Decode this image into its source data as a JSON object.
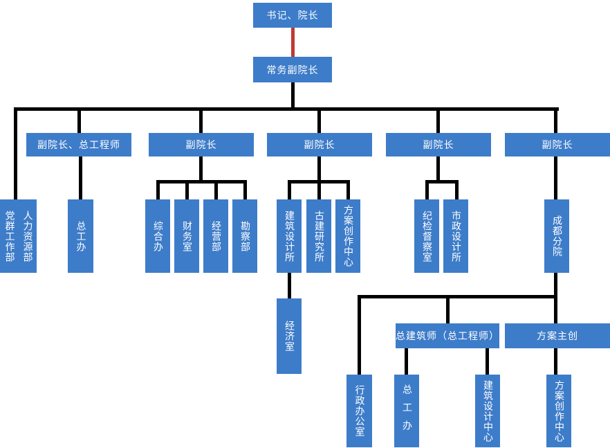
{
  "org_chart": {
    "type": "org-tree-diagram",
    "styles": {
      "node_fill_color": "#3d7cc9",
      "node_text_color": "#ffffff",
      "connector_color": "#000000",
      "top_connector_color": "#bf3b31",
      "background_color": "#ffffff"
    },
    "nodes": {
      "president": {
        "label": "书记、院长"
      },
      "exec_vice_president": {
        "label": "常务副院长"
      },
      "vp_chief_engineer": {
        "label": "副院长、总工程师"
      },
      "vp1": {
        "label": "副院长"
      },
      "vp2": {
        "label": "副院长"
      },
      "vp3": {
        "label": "副院长"
      },
      "vp4": {
        "label": "副院长"
      },
      "party_mass_dept": {
        "label": "党群工作部"
      },
      "hr_dept": {
        "label": "人力资源部"
      },
      "chief_engineer_office": {
        "label": "总工办"
      },
      "general_affairs_office": {
        "label": "综合办"
      },
      "finance_office": {
        "label": "财务室"
      },
      "business_dept": {
        "label": "经营部"
      },
      "survey_dept": {
        "label": "勘察部"
      },
      "architecture_design_institute": {
        "label": "建筑设计所"
      },
      "ancient_architecture_institute": {
        "label": "古建研究所"
      },
      "scheme_creation_center": {
        "label": "方案创作中心"
      },
      "economy_office": {
        "label": "经济室"
      },
      "discipline_inspection_office": {
        "label": "纪检督察室"
      },
      "municipal_design_institute": {
        "label": "市政设计所"
      },
      "chengdu_branch": {
        "label": "成都分院"
      },
      "admin_office": {
        "label": "行政办公室"
      },
      "chief_architect": {
        "label": "总建筑师（总工程师）"
      },
      "scheme_lead": {
        "label": "方案主创"
      },
      "branch_chief_engineer_office": {
        "label": "总工办"
      },
      "architecture_design_center": {
        "label": "建筑设计中心"
      },
      "branch_scheme_creation_center": {
        "label": "方案创作中心"
      }
    }
  }
}
